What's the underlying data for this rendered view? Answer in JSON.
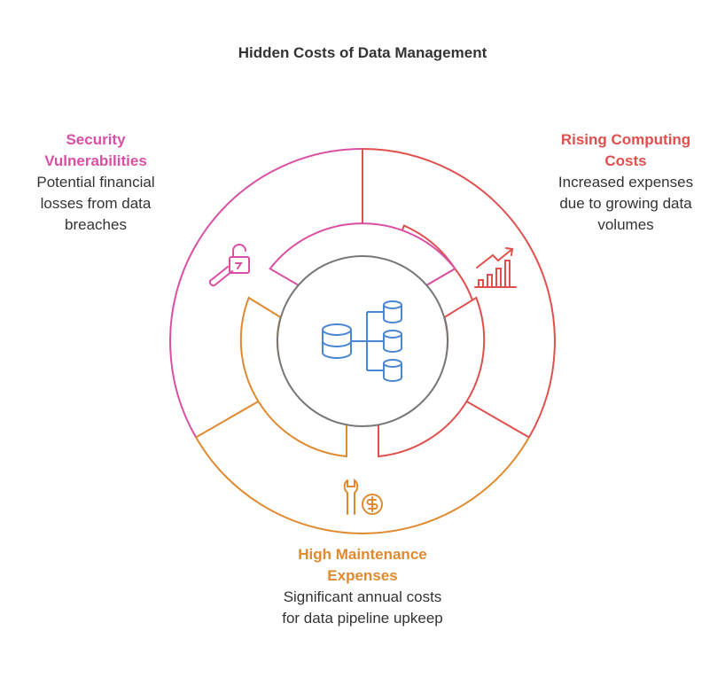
{
  "title": "Hidden Costs of Data Management",
  "colors": {
    "security": "#d94fa4",
    "computing": "#e0504e",
    "maintenance": "#e08a30",
    "center": "#777777",
    "icon": "#4a86d4"
  },
  "sections": [
    {
      "key": "security",
      "heading": "Security Vulnerabilities",
      "description": "Potential financial losses from data breaches",
      "icon": "broken-lock-icon"
    },
    {
      "key": "computing",
      "heading": "Rising Computing Costs",
      "description": "Increased expenses due to growing data volumes",
      "icon": "rising-bar-chart-icon"
    },
    {
      "key": "maintenance",
      "heading": "High Maintenance Expenses",
      "description": "Significant annual costs for data pipeline upkeep",
      "icon": "wrench-dollar-icon"
    }
  ],
  "center_icon": "database-hierarchy-icon"
}
